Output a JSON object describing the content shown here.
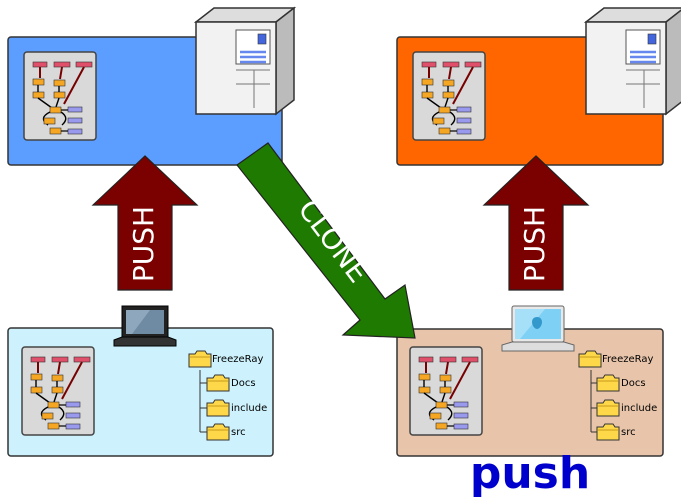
{
  "colors": {
    "remote_left": "#5c9eff",
    "remote_right": "#ff6600",
    "local_left": "#cdf2fd",
    "local_right": "#e8c5aa",
    "push_arrow": "#7b0000",
    "clone_arrow": "#1e7a00",
    "caption": "#0000cc"
  },
  "arrows": {
    "push_left": "PUSH",
    "clone": "CLONE",
    "push_right": "PUSH"
  },
  "file_tree_left": {
    "root": "FreezeRay",
    "children": [
      "Docs",
      "include",
      "src"
    ]
  },
  "file_tree_right": {
    "root": "FreezeRay",
    "children": [
      "Docs",
      "include",
      "src"
    ]
  },
  "caption": "push",
  "icons": {
    "server": "server-tower-icon",
    "laptop_left": "black-laptop-icon",
    "laptop_right": "white-macbook-icon",
    "folder": "folder-icon",
    "graph": "commit-graph-icon"
  }
}
